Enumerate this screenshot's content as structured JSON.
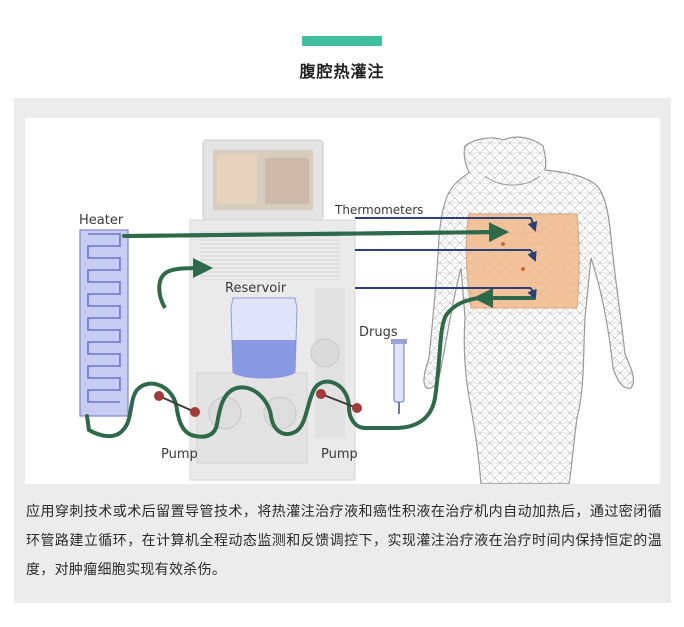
{
  "header": {
    "accent_color": "#3dbfa0",
    "title": "腹腔热灌注"
  },
  "figure": {
    "labels": {
      "heater": "Heater",
      "thermometers": "Thermometers",
      "reservoir": "Reservoir",
      "drugs": "Drugs",
      "pump_left": "Pump",
      "pump_right": "Pump"
    },
    "colors": {
      "circuit_tube": "#2e6a4a",
      "thermometer_line": "#2d3f78",
      "heater_coil": "#8d96d6",
      "reservoir_fluid": "#7f90e0",
      "abdomen_area": "#f2b98a",
      "pump_ball": "#a33a3a"
    }
  },
  "caption": {
    "text": "应用穿刺技术或术后留置导管技术，将热灌注治疗液和癌性积液在治疗机内自动加热后，通过密闭循环管路建立循环，在计算机全程动态监测和反馈调控下，实现灌注治疗液在治疗时间内保持恒定的温度，对肿瘤细胞实现有效杀伤。"
  }
}
